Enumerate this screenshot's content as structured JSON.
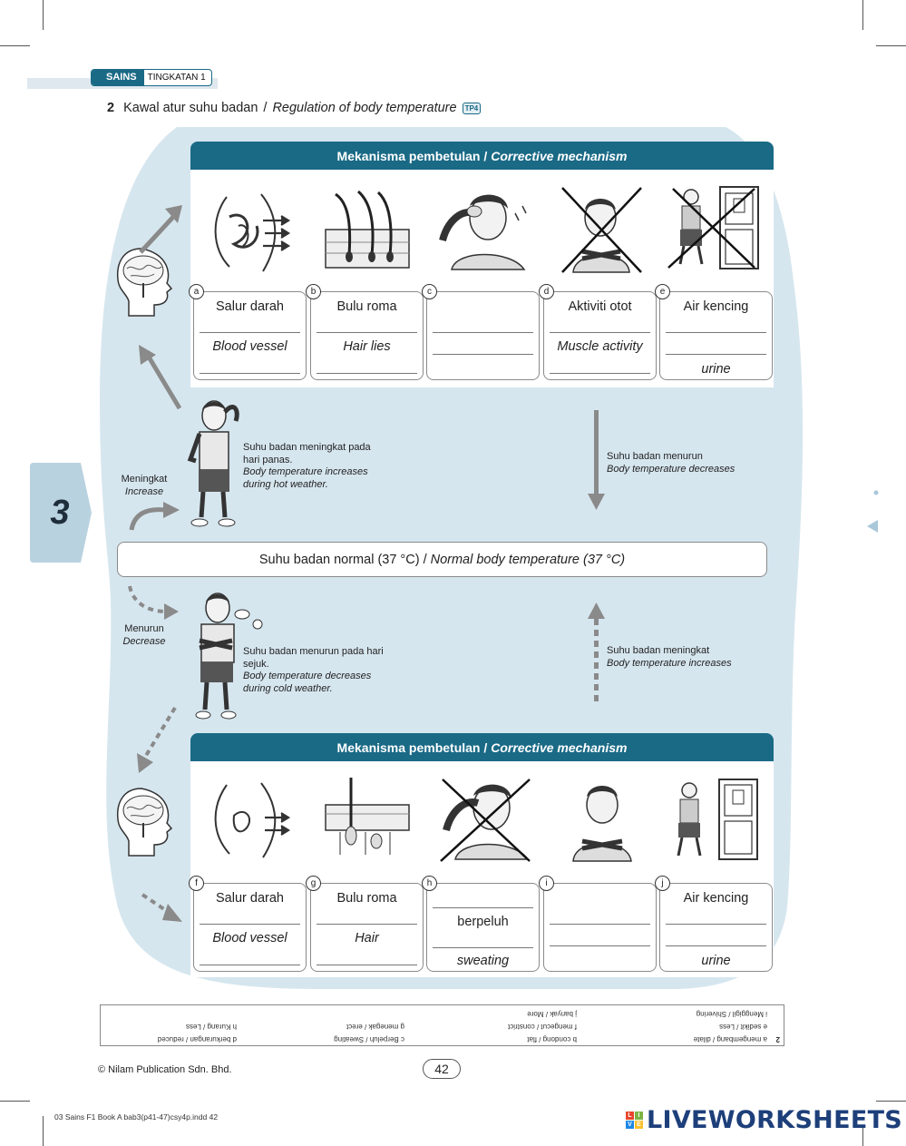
{
  "header": {
    "subject": "SAINS",
    "level": "TINGKATAN 1"
  },
  "question": {
    "number": "2",
    "title_ms": "Kawal atur suhu badan",
    "separator": "/",
    "title_en": "Regulation of body temperature",
    "tp": "TP4"
  },
  "chapter_number": "3",
  "top_mech": {
    "title_ms": "Mekanisma pembetulan /",
    "title_en": "Corrective mechanism",
    "cards": [
      {
        "letter": "a",
        "ms": "Salur darah",
        "en": "Blood vessel"
      },
      {
        "letter": "b",
        "ms": "Bulu roma",
        "en": "Hair lies"
      },
      {
        "letter": "c",
        "ms": "",
        "en": ""
      },
      {
        "letter": "d",
        "ms": "Aktiviti otot",
        "en": "Muscle activity"
      },
      {
        "letter": "e",
        "ms": "Air kencing",
        "en": "urine"
      }
    ]
  },
  "bottom_mech": {
    "title_ms": "Mekanisma pembetulan /",
    "title_en": "Corrective mechanism",
    "cards": [
      {
        "letter": "f",
        "ms": "Salur darah",
        "en": "Blood vessel"
      },
      {
        "letter": "g",
        "ms": "Bulu roma",
        "en": "Hair"
      },
      {
        "letter": "h",
        "ms": "berpeluh",
        "en": "sweating"
      },
      {
        "letter": "i",
        "ms": "",
        "en": ""
      },
      {
        "letter": "j",
        "ms": "Air kencing",
        "en": "urine"
      }
    ]
  },
  "hot": {
    "line1": "Suhu badan meningkat pada",
    "line2": "hari panas.",
    "line3": "Body temperature increases",
    "line4": "during hot weather."
  },
  "cold": {
    "line1": "Suhu badan menurun pada hari",
    "line2": "sejuk.",
    "line3": "Body temperature decreases",
    "line4": "during cold weather."
  },
  "increase": {
    "ms": "Meningkat",
    "en": "Increase"
  },
  "decrease": {
    "ms": "Menurun",
    "en": "Decrease"
  },
  "down_note": {
    "ms": "Suhu badan menurun",
    "en": "Body temperature decreases"
  },
  "up_note": {
    "ms": "Suhu badan meningkat",
    "en": "Body temperature increases"
  },
  "normal": {
    "ms": "Suhu badan normal (37 °C) /",
    "en": "Normal body temperature (37 °C)"
  },
  "answers": {
    "q": "2",
    "items": [
      "a mengembang / dilate",
      "b condong / flat",
      "c Berpeluh / Sweating",
      "d berkurangan / reduced",
      "e sedikit / Less",
      "f mengecut / constrict",
      "g menegak / erect",
      "h Kurang / Less",
      "i Menggigil / Shivering",
      "j banyak / More"
    ]
  },
  "footer": {
    "copyright": "© Nilam Publication Sdn. Bhd.",
    "page": "42",
    "slug": "03 Sains F1 Book A bab3(p41-47)csy4p.indd   42",
    "brand": "LIVEWORKSHEETS",
    "brand_letters": [
      "L",
      "I",
      "V",
      "E"
    ]
  },
  "colors": {
    "accent": "#1a6a86",
    "bg_blob": "#d6e6ef",
    "tab": "#b9d2e0",
    "arrow": "#8a8a8a"
  }
}
